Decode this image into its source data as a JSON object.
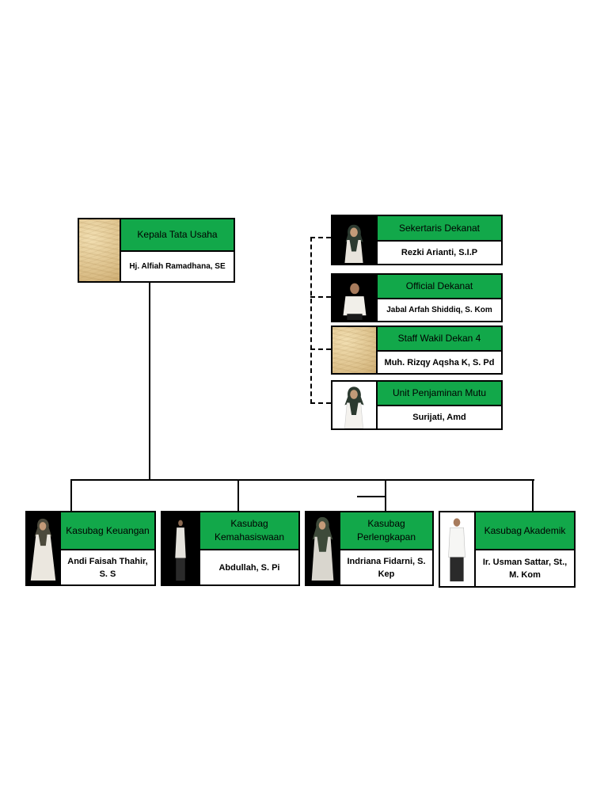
{
  "kepala": {
    "title": "Kepala Tata Usaha",
    "name": "Hj. Alfiah Ramadhana, SE"
  },
  "staff": [
    {
      "title": "Sekertaris Dekanat",
      "name": "Rezki Arianti, S.I.P"
    },
    {
      "title": "Official Dekanat",
      "name": "Jabal Arfah Shiddiq, S. Kom"
    },
    {
      "title": "Staff Wakil Dekan 4",
      "name": "Muh. Rizqy Aqsha K, S. Pd"
    },
    {
      "title": "Unit Penjaminan Mutu",
      "name": "Surijati, Amd"
    }
  ],
  "kasubag": [
    {
      "title": "Kasubag Keuangan",
      "name": "Andi Faisah Thahir, S. S"
    },
    {
      "title": "Kasubag Kemahasiswaan",
      "name": "Abdullah, S. Pi"
    },
    {
      "title": "Kasubag Perlengkapan",
      "name": "Indriana Fidarni, S. Kep"
    },
    {
      "title": "Kasubag Akademik",
      "name": "Ir. Usman Sattar, St., M. Kom"
    }
  ],
  "colors": {
    "header_green": "#12a84a",
    "border": "#000000"
  }
}
